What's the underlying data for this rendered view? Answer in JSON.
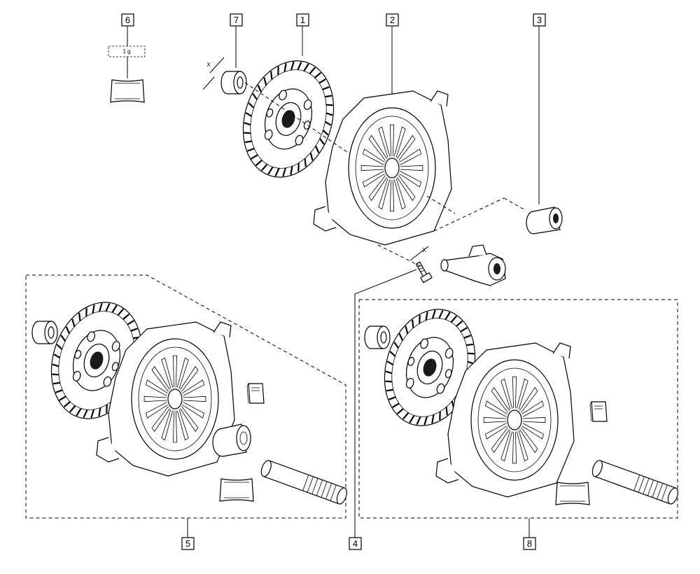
{
  "callouts": [
    {
      "id": "c1",
      "label": "1"
    },
    {
      "id": "c2",
      "label": "2"
    },
    {
      "id": "c3",
      "label": "3"
    },
    {
      "id": "c4",
      "label": "4"
    },
    {
      "id": "c5",
      "label": "5"
    },
    {
      "id": "c6",
      "label": "6"
    },
    {
      "id": "c7",
      "label": "7"
    },
    {
      "id": "c8",
      "label": "8"
    }
  ],
  "grease_qty": "1 g",
  "dimension_mark": "X",
  "colors": {
    "line": "#000000",
    "background": "#ffffff"
  }
}
